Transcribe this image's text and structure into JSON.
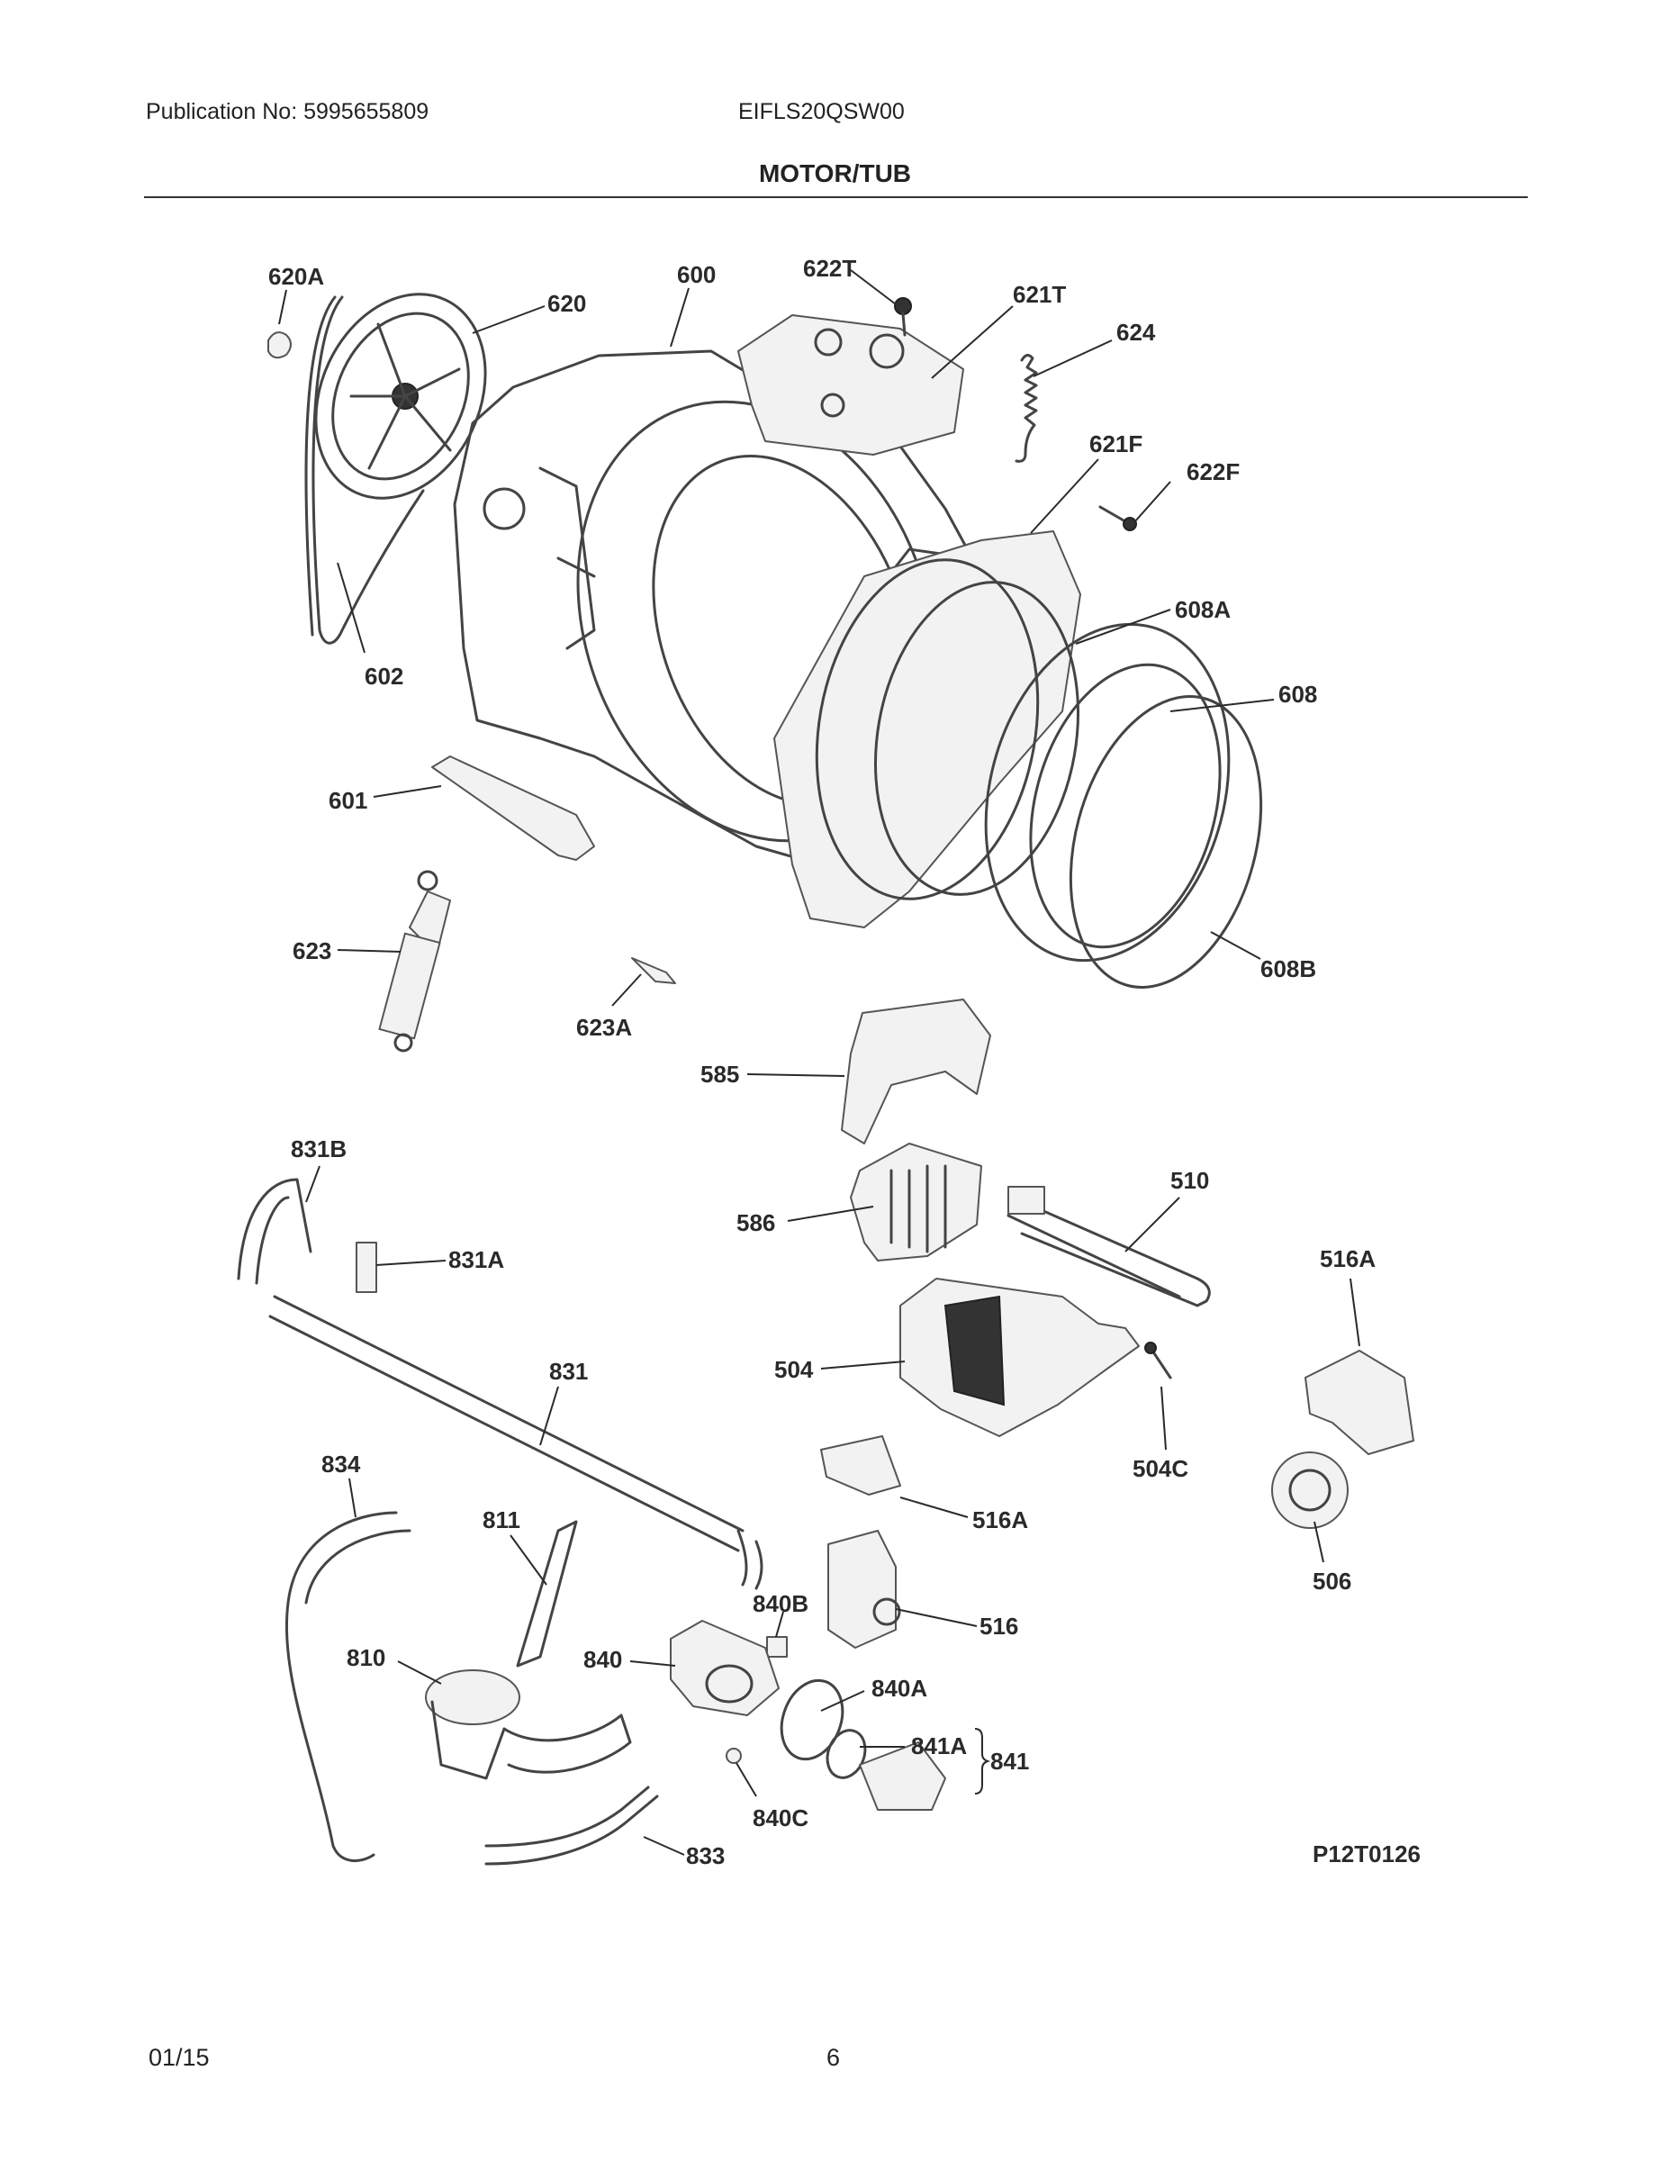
{
  "header": {
    "publication": "Publication No: 5995655809",
    "model": "EIFLS20QSW00",
    "title": "MOTOR/TUB"
  },
  "footer": {
    "date": "01/15",
    "page": "6"
  },
  "diagram": {
    "code": "P12T0126",
    "labels": {
      "l620A": "620A",
      "l620": "620",
      "l600": "600",
      "l622T": "622T",
      "l621T": "621T",
      "l624": "624",
      "l621F": "621F",
      "l622F": "622F",
      "l608A": "608A",
      "l608": "608",
      "l602": "602",
      "l601": "601",
      "l623": "623",
      "l623A": "623A",
      "l608B": "608B",
      "l585": "585",
      "l831B": "831B",
      "l831A": "831A",
      "l586": "586",
      "l510": "510",
      "l516A_top": "516A",
      "l831": "831",
      "l504": "504",
      "l504C": "504C",
      "l834": "834",
      "l811": "811",
      "l516A_mid": "516A",
      "l506": "506",
      "l840B": "840B",
      "l516": "516",
      "l810": "810",
      "l840": "840",
      "l840A": "840A",
      "l841A": "841A",
      "l841": "841",
      "l840C": "840C",
      "l833": "833"
    }
  }
}
